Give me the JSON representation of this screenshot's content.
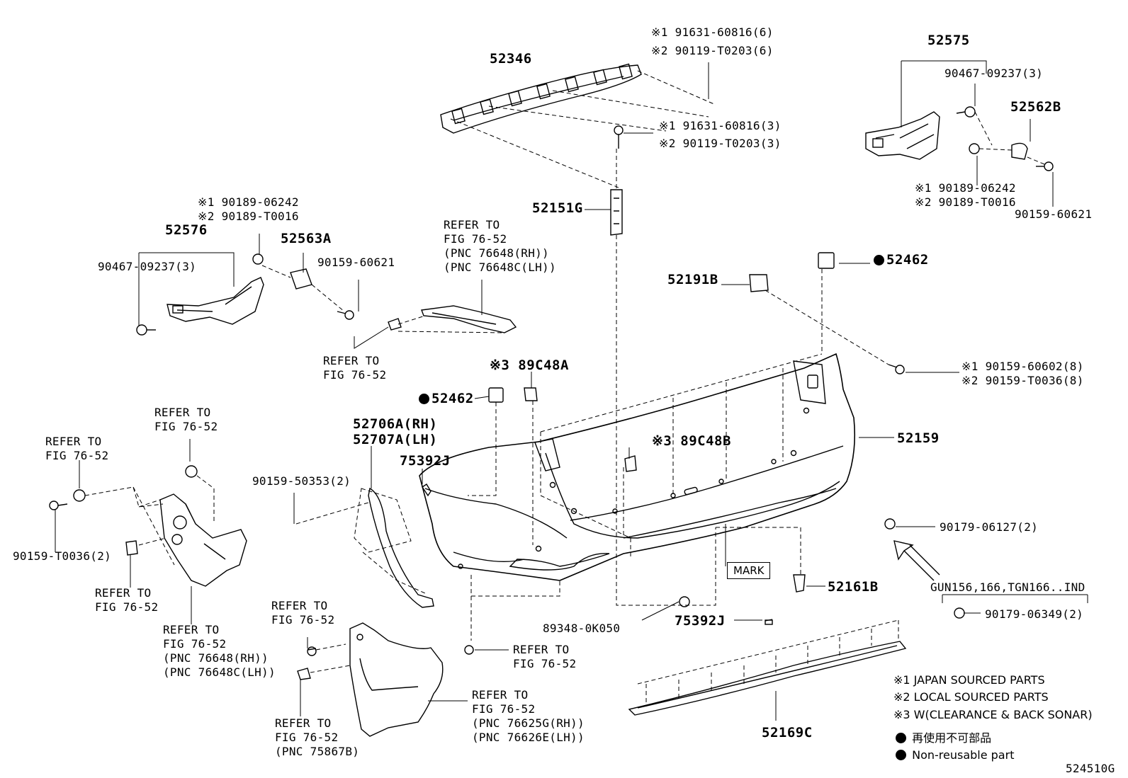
{
  "labels": {
    "p52346": "52346",
    "top_bolt_a": "※1 91631-60816(6)",
    "top_bolt_b": "※2 90119-T0203(6)",
    "mid_bolt_a": "※1 91631-60816(3)",
    "mid_bolt_b": "※2 90119-T0203(3)",
    "p52151g": "52151G",
    "p52575": "52575",
    "r_screw": "90467-09237(3)",
    "p52562b": "52562B",
    "r_clip_a": "※1 90189-06242",
    "r_clip_b": "※2 90189-T0016",
    "r_bolt": "90159-60621",
    "l_clip_a": "※1 90189-06242",
    "l_clip_b": "※2 90189-T0016",
    "p52576": "52576",
    "p52563a": "52563A",
    "l_screw": "90467-09237(3)",
    "l_bolt": "90159-60621",
    "refer_top_1": "REFER TO",
    "refer_top_2": "FIG 76-52",
    "refer_top_3": "(PNC 76648(RH))",
    "refer_top_4": "(PNC 76648C(LH))",
    "refer_clip_1": "REFER TO",
    "refer_clip_2": "FIG 76-52",
    "p52191b": "52191B",
    "p52462_top": "52462",
    "side_bolt_a": "※1 90159-60602(8)",
    "side_bolt_b": "※2 90159-T0036(8)",
    "p89c48a": "※3 89C48A",
    "p52462_mid": "52462",
    "p52706a": "52706A(RH)",
    "p52707a": "52707A(LH)",
    "p75392j_a": "75392J",
    "p89c48b": "※3 89C48B",
    "p52159": "52159",
    "p90159_50353": "90159-50353(2)",
    "refer_l1_1": "REFER TO",
    "refer_l1_2": "FIG 76-52",
    "refer_l2_1": "REFER TO",
    "refer_l2_2": "FIG 76-52",
    "p90159_t0036": "90159-T0036(2)",
    "refer_l3_1": "REFER TO",
    "refer_l3_2": "FIG 76-52",
    "refer_l4_1": "REFER TO",
    "refer_l4_2": "FIG 76-52",
    "refer_l4_3": "(PNC 76648(RH))",
    "refer_l4_4": "(PNC 76648C(LH))",
    "p90179_06127": "90179-06127(2)",
    "mark": "MARK",
    "p52161b": "52161B",
    "gun_note": "GUN156,166,TGN166..IND",
    "p90179_06349": "90179-06349(2)",
    "p89348": "89348-0K050",
    "p75392j_b": "75392J",
    "refer_m1_1": "REFER TO",
    "refer_m1_2": "FIG 76-52",
    "refer_b1_1": "REFER TO",
    "refer_b1_2": "FIG 76-52",
    "refer_mud_1": "REFER TO",
    "refer_mud_2": "FIG 76-52",
    "refer_mud_3": "(PNC 76625G(RH))",
    "refer_mud_4": "(PNC 76626E(LH))",
    "refer_b2_1": "REFER TO",
    "refer_b2_2": "FIG 76-52",
    "refer_b2_3": "(PNC 75867B)",
    "p52169c": "52169C",
    "diagram_id": "524510G"
  },
  "notes": {
    "n1": "※1 JAPAN SOURCED PARTS",
    "n2": "※2 LOCAL SOURCED PARTS",
    "n3": "※3 W(CLEARANCE & BACK SONAR)",
    "n4": "再使用不可部品",
    "n5": "Non-reusable part"
  }
}
